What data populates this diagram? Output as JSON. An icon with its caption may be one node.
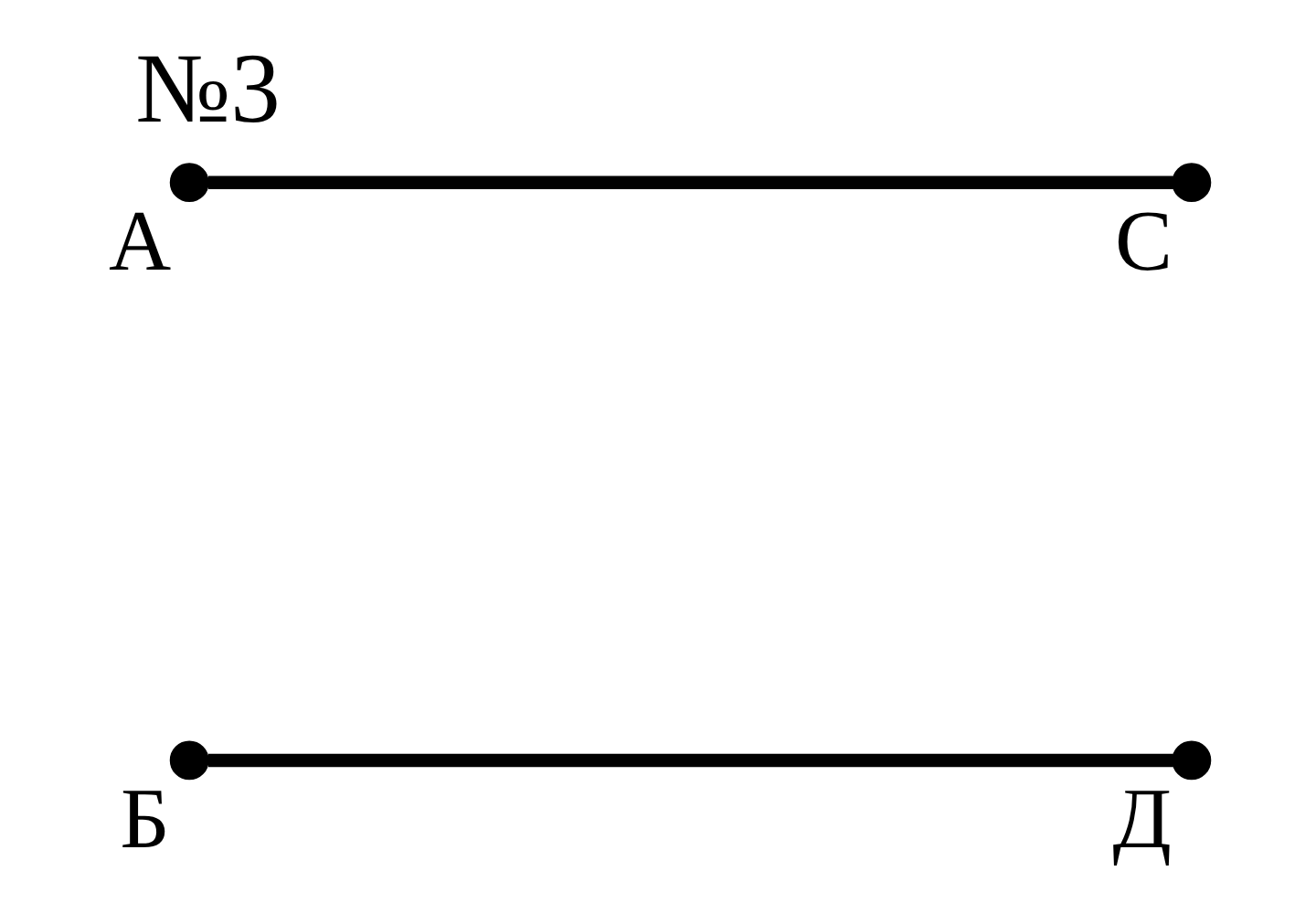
{
  "diagram": {
    "title": "№3",
    "nodes": [
      {
        "text": [
          "А"
        ]
      },
      {
        "text": [
          "С"
        ]
      },
      {
        "text": [
          "Б"
        ]
      },
      {
        "text": [
          "Д"
        ]
      }
    ],
    "edges": [
      {
        "from": 0,
        "to": 1,
        "arrow": "none"
      },
      {
        "from": 2,
        "to": 3,
        "arrow": "none"
      }
    ]
  }
}
